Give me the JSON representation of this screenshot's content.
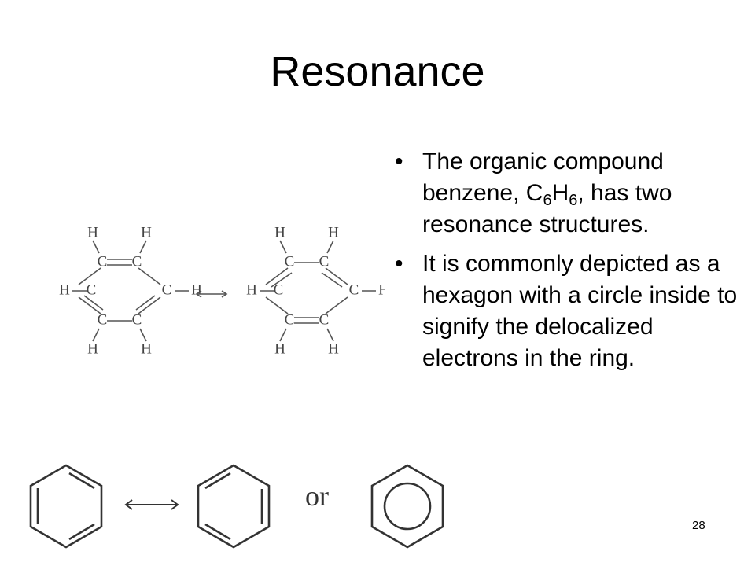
{
  "slide": {
    "title": "Resonance",
    "bullets": [
      {
        "parts": [
          "The organic compound benzene, C",
          "6",
          "H",
          "6",
          ", has two resonance structures."
        ]
      },
      {
        "text": "It is commonly depicted as a hexagon with a circle inside to signify the delocalized electrons in the ring."
      }
    ],
    "bullet_symbol": "•",
    "page_number": "28"
  },
  "diagrams": {
    "structure_atom_labels": {
      "carbon": "C",
      "hydrogen": "H"
    },
    "connector_word": "or"
  },
  "colors": {
    "text": "#000000",
    "diagram": "#444444"
  }
}
